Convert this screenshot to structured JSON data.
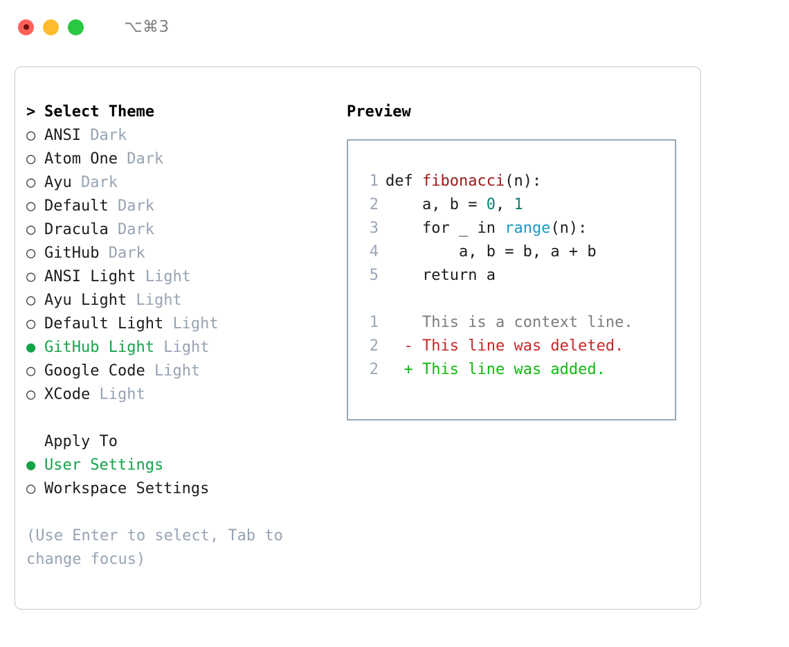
{
  "titlebar": {
    "shortcut": "⌥⌘3",
    "lights": [
      {
        "name": "close",
        "color": "#ff5f57"
      },
      {
        "name": "minimize",
        "color": "#febc2e"
      },
      {
        "name": "maximize",
        "color": "#28c840"
      }
    ]
  },
  "theme_picker": {
    "header_marker": ">",
    "header": "Select Theme",
    "items": [
      {
        "marker": "○",
        "label": "ANSI",
        "tag": "Dark",
        "selected": false
      },
      {
        "marker": "○",
        "label": "Atom One",
        "tag": "Dark",
        "selected": false
      },
      {
        "marker": "○",
        "label": "Ayu",
        "tag": "Dark",
        "selected": false
      },
      {
        "marker": "○",
        "label": "Default",
        "tag": "Dark",
        "selected": false
      },
      {
        "marker": "○",
        "label": "Dracula",
        "tag": "Dark",
        "selected": false
      },
      {
        "marker": "○",
        "label": "GitHub",
        "tag": "Dark",
        "selected": false
      },
      {
        "marker": "○",
        "label": "ANSI Light",
        "tag": "Light",
        "selected": false
      },
      {
        "marker": "○",
        "label": "Ayu Light",
        "tag": "Light",
        "selected": false
      },
      {
        "marker": "○",
        "label": "Default Light",
        "tag": "Light",
        "selected": false
      },
      {
        "marker": "●",
        "label": "GitHub Light",
        "tag": "Light",
        "selected": true
      },
      {
        "marker": "○",
        "label": "Google Code",
        "tag": "Light",
        "selected": false
      },
      {
        "marker": "○",
        "label": "XCode",
        "tag": "Light",
        "selected": false
      }
    ]
  },
  "apply_to": {
    "header": "Apply To",
    "items": [
      {
        "marker": "●",
        "label": "User Settings",
        "selected": true
      },
      {
        "marker": "○",
        "label": "Workspace Settings",
        "selected": false
      }
    ]
  },
  "hint": "(Use Enter to select, Tab to change focus)",
  "preview": {
    "title": "Preview",
    "code_lines": [
      {
        "num": "1",
        "indent": "",
        "tokens": [
          {
            "t": "def ",
            "c": "tok-def"
          },
          {
            "t": "fibonacci",
            "c": "tok-fn"
          },
          {
            "t": "(n):",
            "c": "tok-plain"
          }
        ]
      },
      {
        "num": "2",
        "indent": "    ",
        "tokens": [
          {
            "t": "a, b = ",
            "c": "tok-plain"
          },
          {
            "t": "0",
            "c": "tok-num"
          },
          {
            "t": ", ",
            "c": "tok-plain"
          },
          {
            "t": "1",
            "c": "tok-num"
          }
        ]
      },
      {
        "num": "3",
        "indent": "    ",
        "tokens": [
          {
            "t": "for _ in ",
            "c": "tok-plain"
          },
          {
            "t": "range",
            "c": "tok-builtin"
          },
          {
            "t": "(n):",
            "c": "tok-plain"
          }
        ]
      },
      {
        "num": "4",
        "indent": "        ",
        "tokens": [
          {
            "t": "a, b = b, a + b",
            "c": "tok-plain"
          }
        ]
      },
      {
        "num": "5",
        "indent": "    ",
        "tokens": [
          {
            "t": "return a",
            "c": "tok-plain"
          }
        ]
      }
    ],
    "diff_lines": [
      {
        "num": "1",
        "sign": "  ",
        "text": "This is a context line.",
        "kind": "diff-ctx"
      },
      {
        "num": "2",
        "sign": "- ",
        "text": "This line was deleted.",
        "kind": "diff-del"
      },
      {
        "num": "2",
        "sign": "+ ",
        "text": "This line was added.",
        "kind": "diff-add"
      }
    ]
  }
}
